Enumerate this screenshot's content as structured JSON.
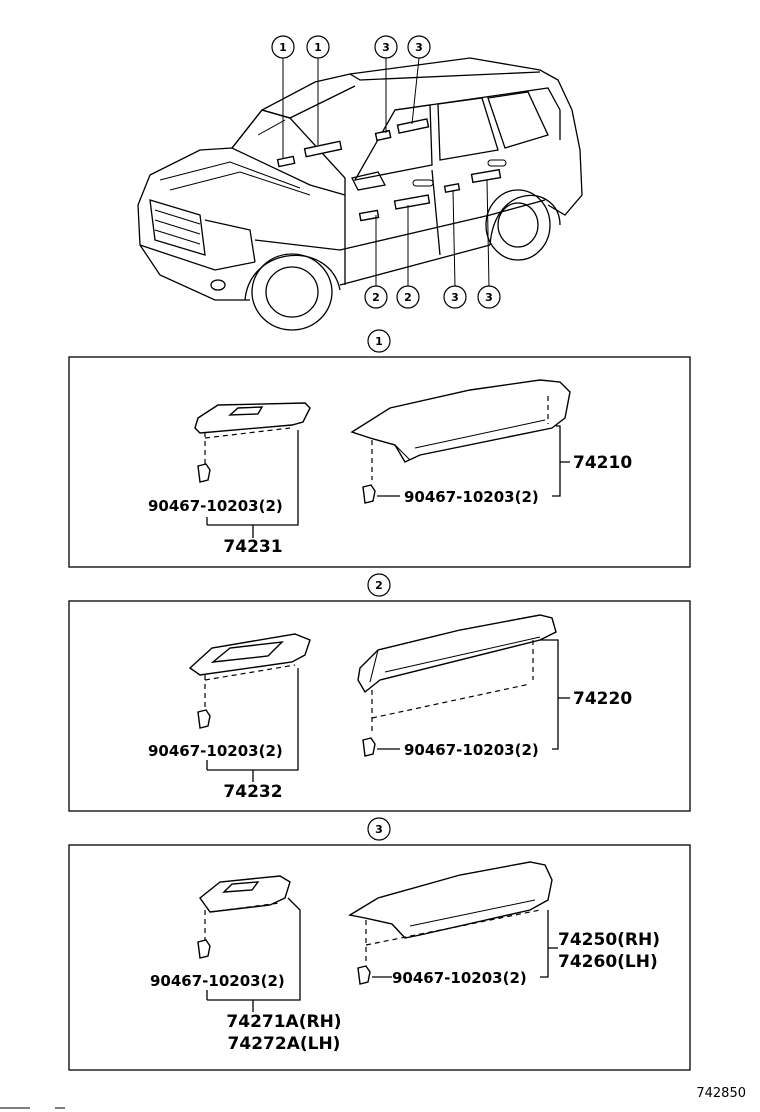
{
  "callouts": {
    "c1": "1",
    "c2": "2",
    "c3": "3"
  },
  "sections": [
    {
      "id": "1",
      "clip_part": "90467-10203(2)",
      "clip_part_right": "90467-10203(2)",
      "switch_panel": "74231",
      "armrest": "74210"
    },
    {
      "id": "2",
      "clip_part": "90467-10203(2)",
      "clip_part_right": "90467-10203(2)",
      "switch_panel": "74232",
      "armrest": "74220"
    },
    {
      "id": "3",
      "clip_part": "90467-10203(2)",
      "clip_part_right": "90467-10203(2)",
      "switch_panel_rh": "74271A(RH)",
      "switch_panel_lh": "74272A(LH)",
      "armrest_rh": "74250(RH)",
      "armrest_lh": "74260(LH)"
    }
  ],
  "diagram_code": "742850"
}
